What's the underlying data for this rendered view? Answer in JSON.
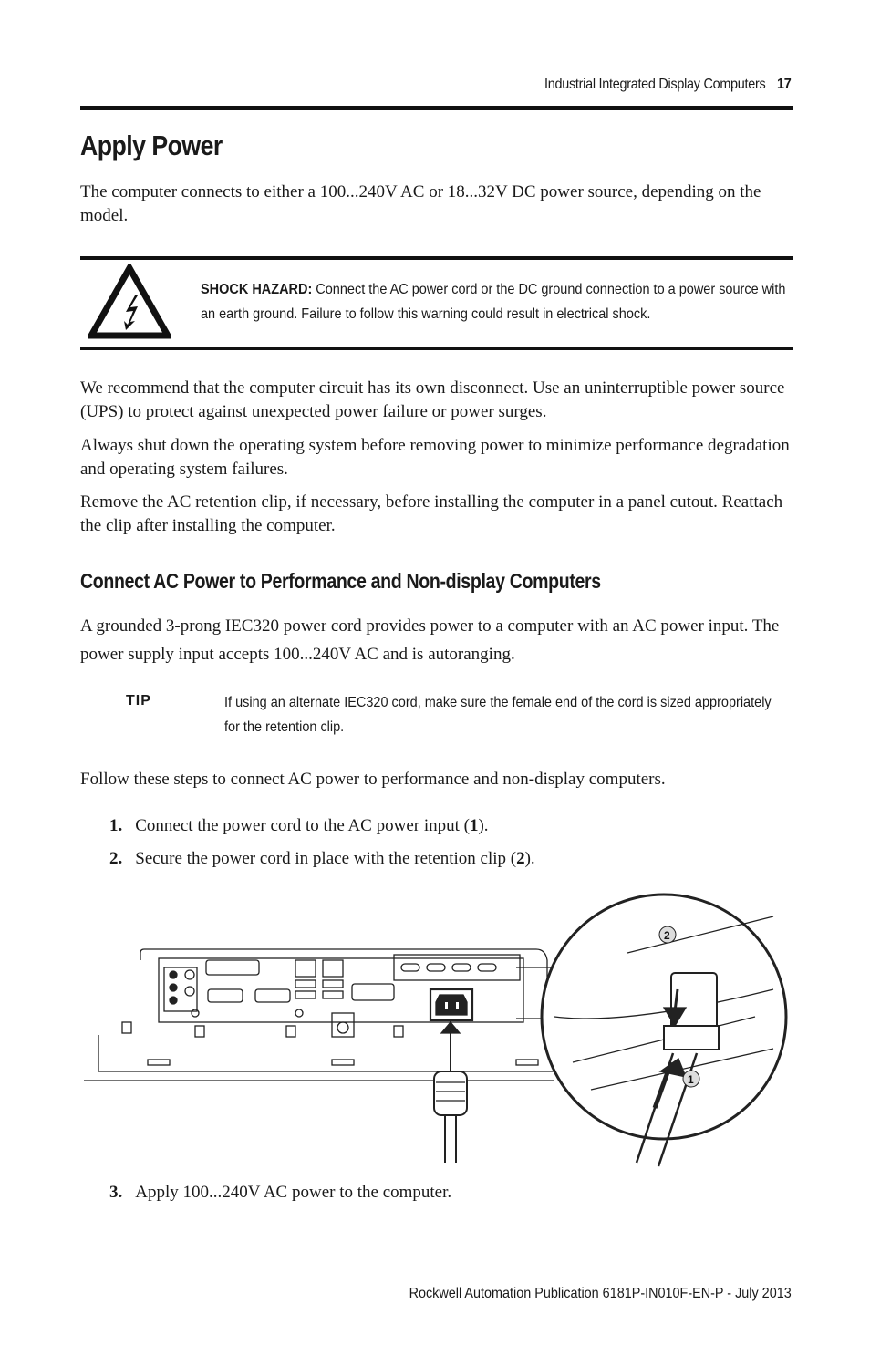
{
  "header": {
    "running_title": "Industrial Integrated Display Computers",
    "page_number": "17"
  },
  "section": {
    "title": "Apply Power",
    "intro": "The computer connects to either a 100...240V AC or 18...32V DC power source, depending on the model."
  },
  "warning": {
    "icon": "electrical-shock-warning-icon",
    "label": "SHOCK HAZARD:",
    "text": " Connect the AC power cord or the DC ground connection to a power source with an earth ground. Failure to follow this warning could result in electrical shock."
  },
  "paragraphs": [
    "We recommend that the computer circuit has its own disconnect. Use an uninterruptible power source (UPS) to protect against unexpected power failure or power surges.",
    "Always shut down the operating system before removing power to minimize performance degradation and operating system failures.",
    "Remove the AC retention clip, if necessary, before installing the computer in a panel cutout. Reattach the clip after installing the computer."
  ],
  "subsection": {
    "title": "Connect AC Power to Performance and Non-display Computers",
    "intro": "A grounded 3-prong IEC320 power cord provides power to a computer with an AC power input. The power supply input accepts 100...240V AC and is autoranging."
  },
  "tip": {
    "label": "TIP",
    "text": "If using an alternate IEC320 cord, make sure the female end of the cord is sized appropriately for the retention clip."
  },
  "steps_intro": "Follow these steps to connect AC power to performance and non-display computers.",
  "steps": [
    {
      "num": "1.",
      "text_before": "Connect the power cord to the AC power input (",
      "bold": "1",
      "text_after": ")."
    },
    {
      "num": "2.",
      "text_before": "Secure the power cord in place with the retention clip (",
      "bold": "2",
      "text_after": ")."
    },
    {
      "num": "3.",
      "text_before": "Apply 100...240V AC power to the computer.",
      "bold": "",
      "text_after": ""
    }
  ],
  "figure": {
    "callouts": [
      "1",
      "2"
    ]
  },
  "footer": {
    "publication": "Rockwell Automation Publication 6181P-IN010F-EN-P - July 2013"
  }
}
